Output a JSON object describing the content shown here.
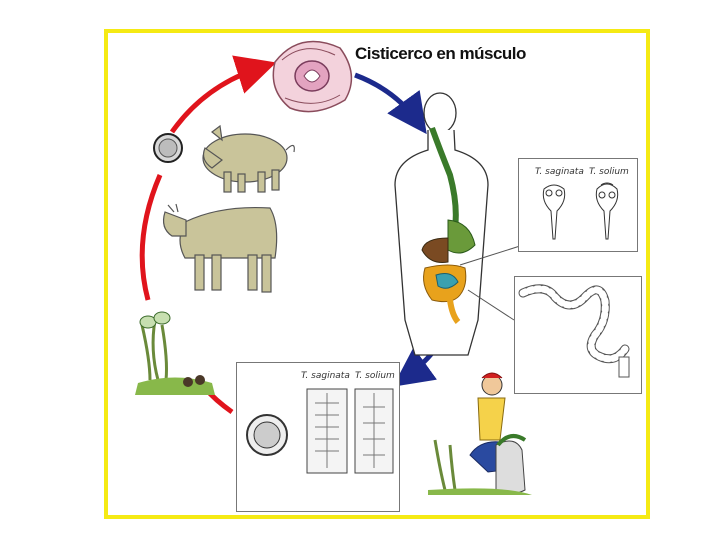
{
  "title": "Cisticerco en músculo",
  "scolex_box": {
    "label_left": "T. saginata",
    "label_right": "T. solium"
  },
  "proglottid_box": {
    "label_left": "T. saginata",
    "label_right": "T. solium"
  },
  "colors": {
    "frame": "#f5ea14",
    "red_arrow": "#e0141c",
    "blue_arrow": "#1c2a8c",
    "animal": "#c9c49a",
    "stomach": "#6a9a3a",
    "intestine": "#e8a21c"
  }
}
